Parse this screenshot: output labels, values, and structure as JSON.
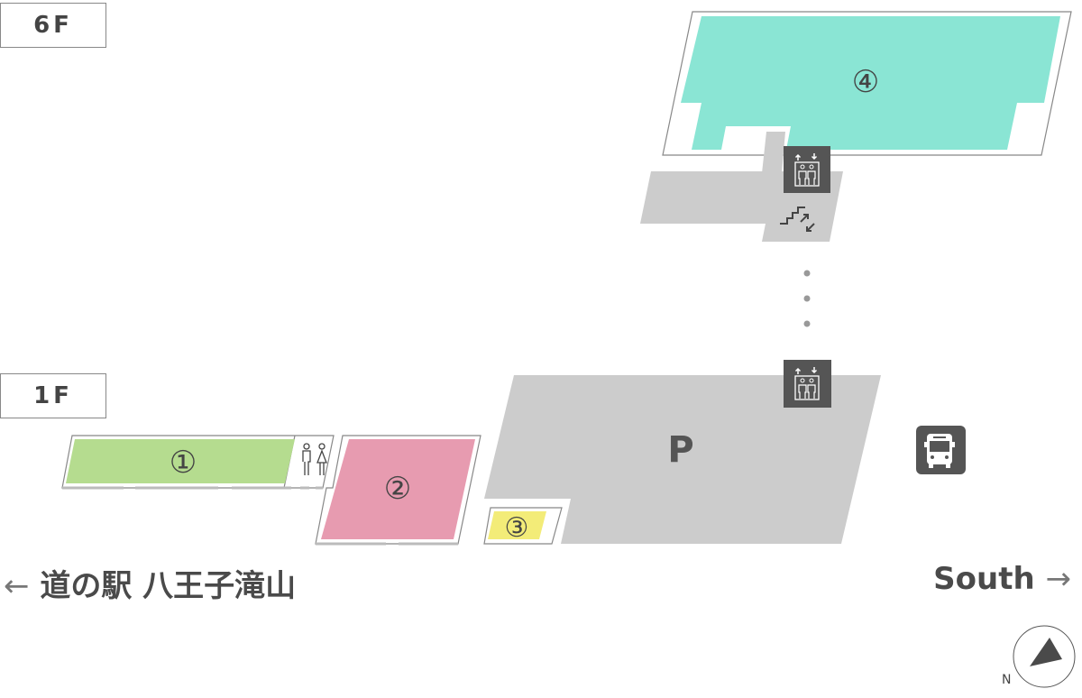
{
  "floors": {
    "upper": "6F",
    "ground": "1F"
  },
  "areas": {
    "area1": {
      "label": "①",
      "color": "#b5dc8f"
    },
    "area2": {
      "label": "②",
      "color": "#e79bb0"
    },
    "area3": {
      "label": "③",
      "color": "#f3ec78"
    },
    "area4": {
      "label": "④",
      "color": "#8ae5d4"
    }
  },
  "parking": {
    "label": "P",
    "color": "#cccccc"
  },
  "directions": {
    "left_arrow": "←",
    "left": "道の駅 八王子滝山",
    "right": "South",
    "right_arrow": "→"
  },
  "compass": {
    "north_label": "N"
  },
  "icons": [
    "elevator-icon",
    "stairs-icon",
    "restroom-icon",
    "bus-icon",
    "compass-icon"
  ]
}
